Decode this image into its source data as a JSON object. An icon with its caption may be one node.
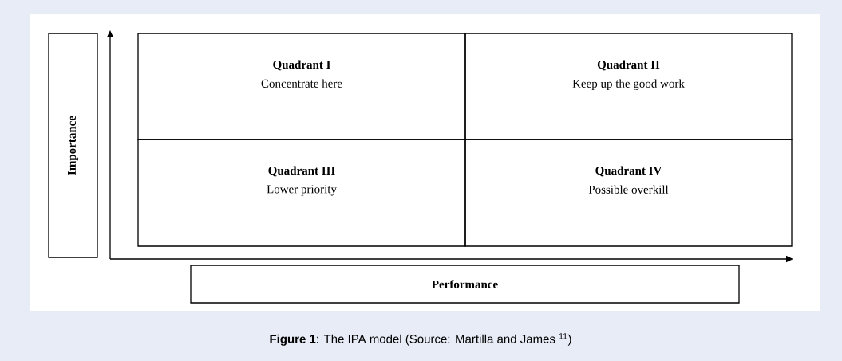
{
  "diagram": {
    "caption": "**Figure 1**: The IPA model (Source: Martilla and James $^{11}$)",
    "nodes": [
      {
        "text": [
          "Importance"
        ]
      },
      {
        "text": [
          "Quadrant I",
          "Concentrate here"
        ]
      },
      {
        "text": [
          "Quadrant II",
          "Keep up the good work"
        ]
      },
      {
        "text": [
          "Quadrant III",
          "Lower priority"
        ]
      },
      {
        "text": [
          "Quadrant IV",
          "Possible overkill"
        ]
      },
      {
        "text": [
          "Performance"
        ]
      }
    ],
    "edges": []
  }
}
